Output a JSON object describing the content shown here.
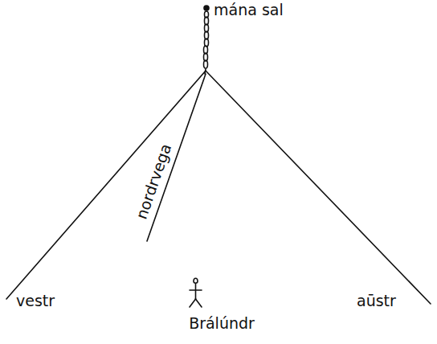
{
  "diagram": {
    "labels": [
      "mána sal",
      "nordrvega",
      "vestr",
      "aūstr",
      "Brálúndr"
    ]
  }
}
